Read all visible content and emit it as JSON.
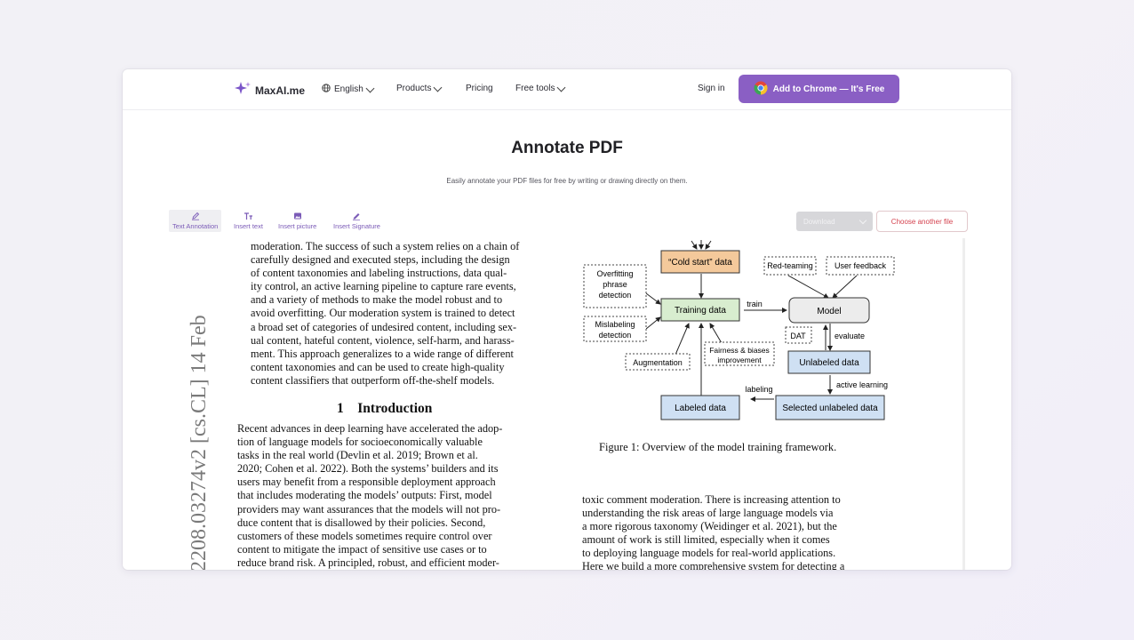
{
  "brand": {
    "name": "MaxAI.me",
    "accent": "#8a5fc4"
  },
  "nav": {
    "language": "English",
    "products": "Products",
    "pricing": "Pricing",
    "free_tools": "Free tools",
    "sign_in": "Sign in",
    "cta": "Add to Chrome — It's Free"
  },
  "hero": {
    "title": "Annotate PDF",
    "subtitle": "Easily annotate your PDF files for free by writing or drawing directly on them."
  },
  "toolbar": {
    "tools": [
      {
        "label": "Text Annotation",
        "icon": "pen-icon"
      },
      {
        "label": "Insert text",
        "icon": "text-icon"
      },
      {
        "label": "Insert picture",
        "icon": "image-icon"
      },
      {
        "label": "Insert Signature",
        "icon": "signature-icon"
      }
    ],
    "download": "Download",
    "choose_file": "Choose another file"
  },
  "pdf": {
    "arxiv_id": "2208.03274v2  [cs.CL]  14 Feb",
    "left_top": [
      "moderation. The success of such a system relies on a chain of",
      "carefully designed and executed steps, including the design",
      "of content taxonomies and labeling instructions, data qual-",
      "ity control, an active learning pipeline to capture rare events,",
      "and a variety of methods to make the model robust and to",
      "avoid overfitting. Our moderation system is trained to detect",
      "a broad set of categories of undesired content, including sex-",
      "ual content, hateful content, violence, self-harm, and harass-",
      "ment. This approach generalizes to a wide range of different",
      "content taxonomies and can be used to create high-quality",
      "content classifiers that outperform off-the-shelf models."
    ],
    "section_heading": "1    Introduction",
    "intro": [
      "Recent advances in deep learning have accelerated the adop-",
      "tion of language models for socioeconomically valuable",
      "tasks in the real world (Devlin et al. 2019; Brown et al.",
      "2020; Cohen et al. 2022). Both the systems’ builders and its",
      "users may benefit from a responsible deployment approach",
      "that includes moderating the models’ outputs: First, model",
      "providers may want assurances that the models will not pro-",
      "duce content that is disallowed by their policies. Second,",
      "customers of these models sometimes require control over",
      "content to mitigate the impact of sensitive use cases or to",
      "reduce brand risk. A principled, robust, and efficient moder-"
    ],
    "figure": {
      "cold_start": "“Cold start” data",
      "red_teaming": "Red-teaming",
      "user_feedback": "User feedback",
      "overfitting": [
        "Overfitting",
        "phrase",
        "detection"
      ],
      "training": "Training data",
      "train": "train",
      "model": "Model",
      "mislabeling": [
        "Mislabeling",
        "detection"
      ],
      "dat": "DAT",
      "evaluate": "evaluate",
      "augmentation": "Augmentation",
      "fairness": [
        "Fairness & biases",
        "improvement"
      ],
      "unlabeled": "Unlabeled data",
      "active_learning": "active learning",
      "labeling": "labeling",
      "labeled": "Labeled data",
      "selected": "Selected unlabeled data"
    },
    "caption": "Figure 1: Overview of the model training framework.",
    "right_text": [
      "toxic comment moderation. There is increasing attention to",
      "understanding the risk areas of large language models via",
      "a more rigorous taxonomy (Weidinger et al. 2021), but the",
      "amount of work is still limited, especially when it comes",
      "to deploying language models for real-world applications.",
      "Here we build a more comprehensive system for detecting a"
    ]
  }
}
